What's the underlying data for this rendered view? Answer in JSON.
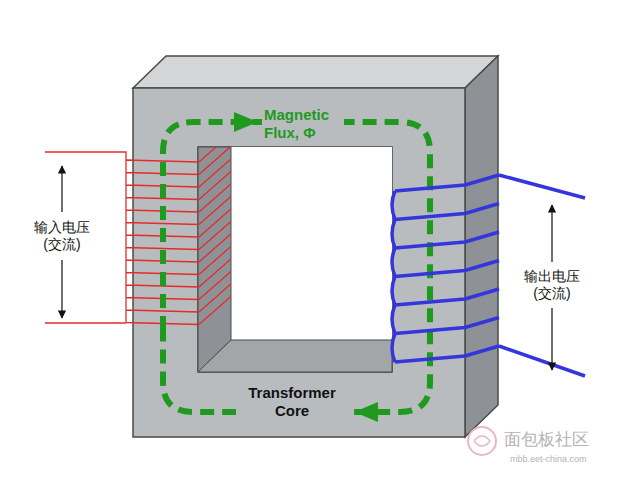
{
  "diagram": {
    "labels": [
      "Magnetic Flux, Φ",
      "输入电压 (交流)",
      "输出电压 (交流)",
      "Transformer Core",
      "面包板社区",
      "mbb.eet-china.com"
    ]
  }
}
